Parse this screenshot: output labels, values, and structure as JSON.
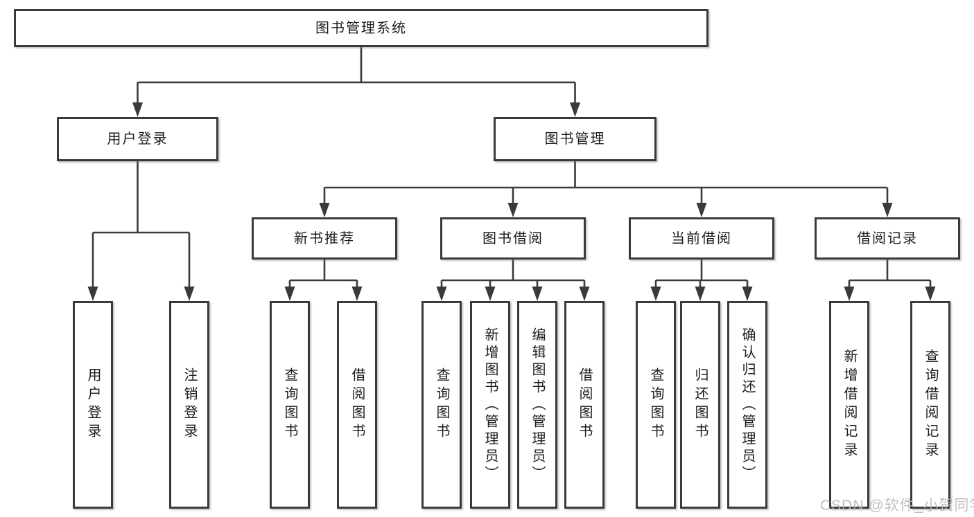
{
  "colors": {
    "line": "#3a3a3a",
    "box_border": "#3a3a3a",
    "text": "#1c1c1c",
    "watermark": "#b9b9b9",
    "background": "#ffffff"
  },
  "nodes": {
    "root": "图书管理系统",
    "user_login": "用户登录",
    "book_mgmt": "图书管理",
    "new_books": "新书推荐",
    "book_borrow": "图书借阅",
    "current_borrow": "当前借阅",
    "borrow_records": "借阅记录",
    "leaf_user_login": "用户登录",
    "leaf_logout": "注销登录",
    "leaf_nb_query": "查询图书",
    "leaf_nb_borrow": "借阅图书",
    "leaf_bb_query": "查询图书",
    "leaf_bb_add": "新增图书（管理员）",
    "leaf_bb_edit": "编辑图书（管理员）",
    "leaf_bb_borrow": "借阅图书",
    "leaf_cb_query": "查询图书",
    "leaf_cb_return": "归还图书",
    "leaf_cb_confirm": "确认归还（管理员）",
    "leaf_br_add": "新增借阅记录",
    "leaf_br_query": "查询借阅记录"
  },
  "watermark": "CSDN @软件_小贺同学"
}
